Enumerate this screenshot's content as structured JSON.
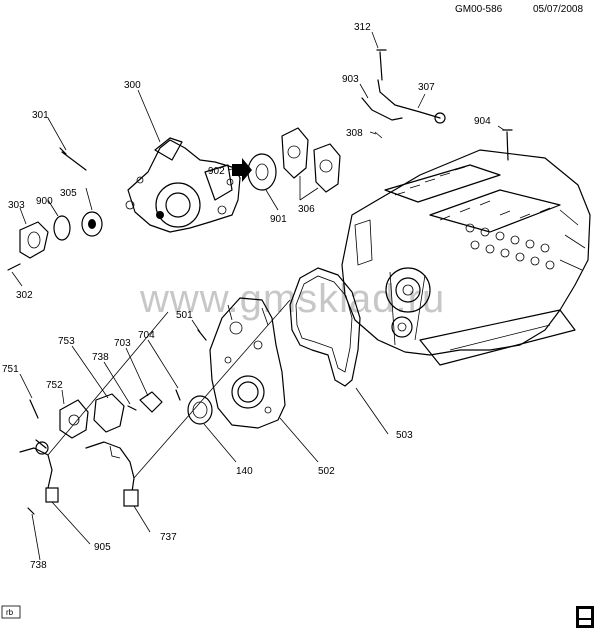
{
  "header": {
    "drawing_id": "GM00-586",
    "date": "05/07/2008"
  },
  "watermark": "www.gmsklad.ru",
  "badge": {
    "label": "rb"
  },
  "callouts": {
    "c312": "312",
    "c903": "903",
    "c307": "307",
    "c308": "308",
    "c904": "904",
    "c300": "300",
    "c301": "301",
    "c902": "902",
    "c305": "305",
    "c900": "900",
    "c303": "303",
    "c901": "901",
    "c306": "306",
    "c302": "302",
    "c501": "501",
    "c753": "753",
    "c738a": "738",
    "c703": "703",
    "c704": "704",
    "c751": "751",
    "c752": "752",
    "c140": "140",
    "c502": "502",
    "c503": "503",
    "c737": "737",
    "c905": "905",
    "c738b": "738"
  }
}
